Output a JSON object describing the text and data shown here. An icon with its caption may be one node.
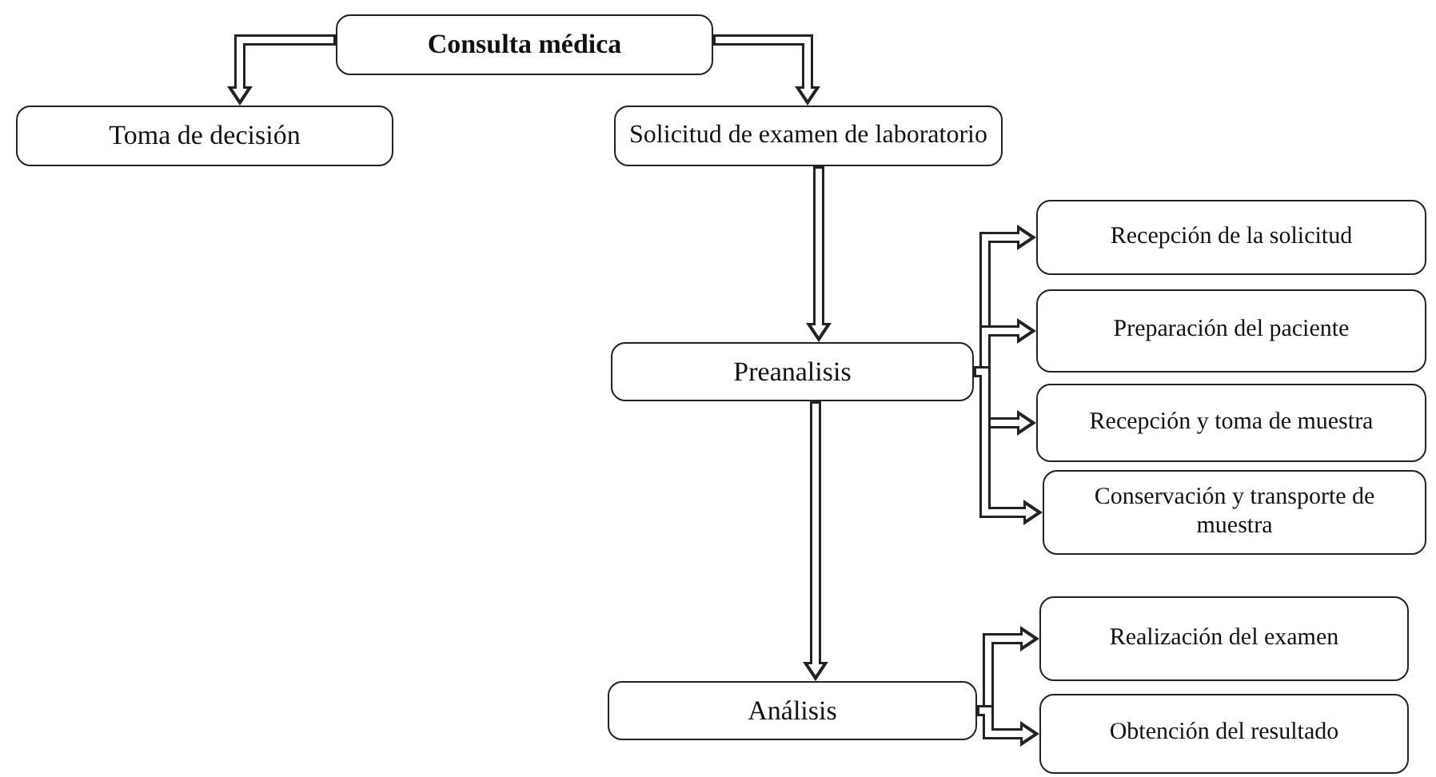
{
  "diagram": {
    "nodes": [
      {
        "text": [
          "Consulta médica"
        ]
      },
      {
        "text": [
          "Toma de decisión"
        ]
      },
      {
        "text": [
          "Solicitud de examen de laboratorio"
        ]
      },
      {
        "text": [
          "Preanalisis"
        ]
      },
      {
        "text": [
          "Recepción de la solicitud"
        ]
      },
      {
        "text": [
          "Preparación del paciente"
        ]
      },
      {
        "text": [
          "Recepción y toma de muestra"
        ]
      },
      {
        "text": [
          "Conservación y transporte de muestra"
        ]
      },
      {
        "text": [
          "Análisis"
        ]
      },
      {
        "text": [
          "Realización del examen"
        ]
      },
      {
        "text": [
          "Obtención del resultado"
        ]
      }
    ],
    "edges": [
      {
        "from": 0,
        "to": 1,
        "arrow": "to"
      },
      {
        "from": 0,
        "to": 2,
        "arrow": "to"
      },
      {
        "from": 2,
        "to": 3,
        "arrow": "to"
      },
      {
        "from": 3,
        "to": 4,
        "arrow": "to"
      },
      {
        "from": 3,
        "to": 5,
        "arrow": "to"
      },
      {
        "from": 3,
        "to": 6,
        "arrow": "to"
      },
      {
        "from": 3,
        "to": 7,
        "arrow": "to"
      },
      {
        "from": 3,
        "to": 8,
        "arrow": "to"
      },
      {
        "from": 8,
        "to": 9,
        "arrow": "to"
      },
      {
        "from": 8,
        "to": 10,
        "arrow": "to"
      }
    ]
  }
}
